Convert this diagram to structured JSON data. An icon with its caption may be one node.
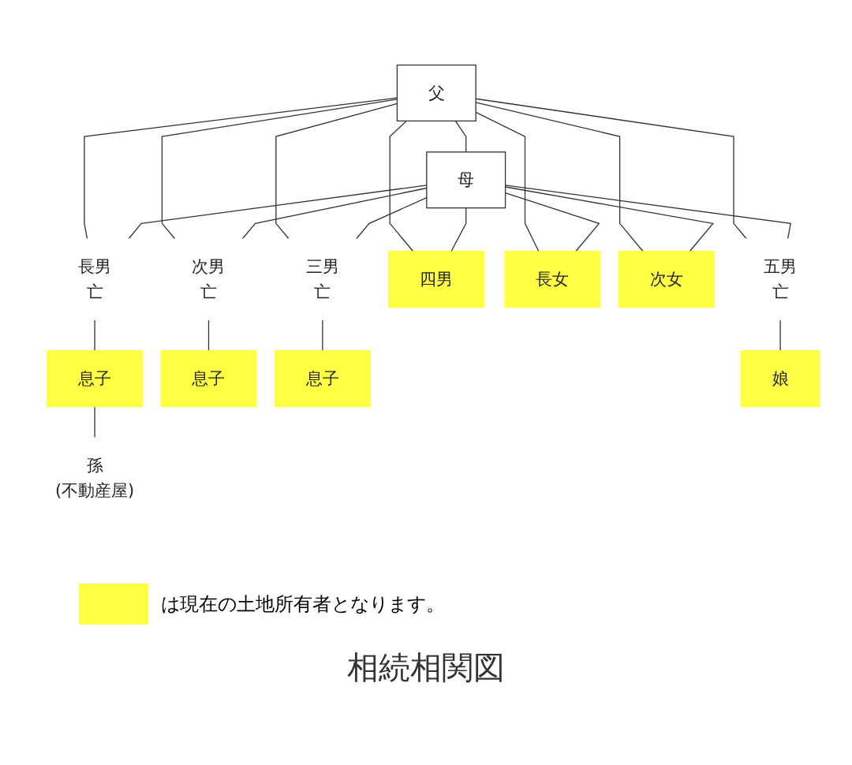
{
  "diagram": {
    "caption": "相続相関図",
    "nodes": [
      {
        "text": [
          "父"
        ]
      },
      {
        "text": [
          "母"
        ]
      },
      {
        "text": [
          "長男",
          "亡"
        ]
      },
      {
        "text": [
          "次男",
          "亡"
        ]
      },
      {
        "text": [
          "三男",
          "亡"
        ]
      },
      {
        "text": [
          "四男"
        ]
      },
      {
        "text": [
          "長女"
        ]
      },
      {
        "text": [
          "次女"
        ]
      },
      {
        "text": [
          "五男",
          "亡"
        ]
      },
      {
        "text": [
          "息子"
        ]
      },
      {
        "text": [
          "息子"
        ]
      },
      {
        "text": [
          "息子"
        ]
      },
      {
        "text": [
          "娘"
        ]
      },
      {
        "text": [
          "孫",
          "(不動産屋)"
        ]
      }
    ],
    "edges": [
      {
        "from": 0,
        "to": 1,
        "arrow": "none"
      },
      {
        "from": 0,
        "to": 2,
        "arrow": "none"
      },
      {
        "from": 0,
        "to": 3,
        "arrow": "none"
      },
      {
        "from": 0,
        "to": 4,
        "arrow": "none"
      },
      {
        "from": 0,
        "to": 5,
        "arrow": "none"
      },
      {
        "from": 0,
        "to": 6,
        "arrow": "none"
      },
      {
        "from": 0,
        "to": 7,
        "arrow": "none"
      },
      {
        "from": 0,
        "to": 8,
        "arrow": "none"
      },
      {
        "from": 1,
        "to": 2,
        "arrow": "none"
      },
      {
        "from": 1,
        "to": 3,
        "arrow": "none"
      },
      {
        "from": 1,
        "to": 4,
        "arrow": "none"
      },
      {
        "from": 1,
        "to": 5,
        "arrow": "none"
      },
      {
        "from": 1,
        "to": 6,
        "arrow": "none"
      },
      {
        "from": 1,
        "to": 7,
        "arrow": "none"
      },
      {
        "from": 1,
        "to": 8,
        "arrow": "none"
      },
      {
        "from": 2,
        "to": 9,
        "arrow": "none"
      },
      {
        "from": 3,
        "to": 10,
        "arrow": "none"
      },
      {
        "from": 4,
        "to": 11,
        "arrow": "none"
      },
      {
        "from": 8,
        "to": 12,
        "arrow": "none"
      },
      {
        "from": 9,
        "to": 13,
        "arrow": "none"
      }
    ],
    "legend": [
      {
        "text": "は現在の土地所有者となります。",
        "color": "#ffff44"
      }
    ]
  }
}
